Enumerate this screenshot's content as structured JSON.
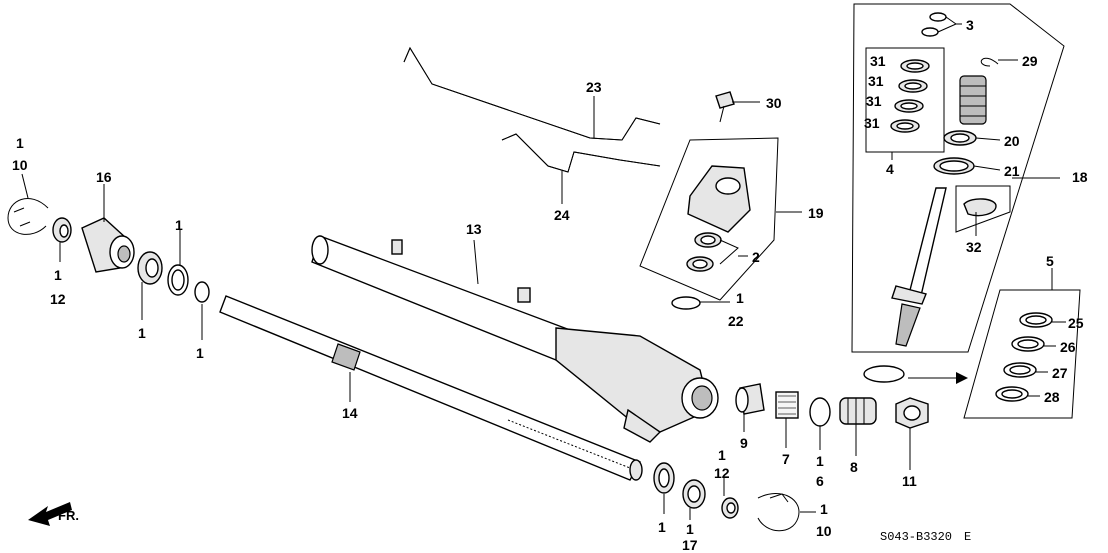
{
  "diagram": {
    "code": "S043-B3320",
    "code_suffix": "E",
    "direction_label": "FR.",
    "callouts": {
      "c1a": "1",
      "c10a": "10",
      "c16": "16",
      "c1b": "1",
      "c12a": "12",
      "c1c": "1",
      "c1d": "1",
      "c1e": "1",
      "c14": "14",
      "c13": "13",
      "c23": "23",
      "c24": "24",
      "c30": "30",
      "c19": "19",
      "c2": "2",
      "c1f": "1",
      "c22": "22",
      "c3": "3",
      "c29": "29",
      "c31a": "31",
      "c31b": "31",
      "c31c": "31",
      "c31d": "31",
      "c20": "20",
      "c4": "4",
      "c21": "21",
      "c18": "18",
      "c32": "32",
      "c5": "5",
      "c25": "25",
      "c26": "26",
      "c27": "27",
      "c28": "28",
      "c9": "9",
      "c7": "7",
      "c1g": "1",
      "c6": "6",
      "c8": "8",
      "c11": "11",
      "c12b": "12",
      "c1h": "1",
      "c1i": "1",
      "c17": "17",
      "c1j": "1",
      "c10b": "10"
    }
  }
}
